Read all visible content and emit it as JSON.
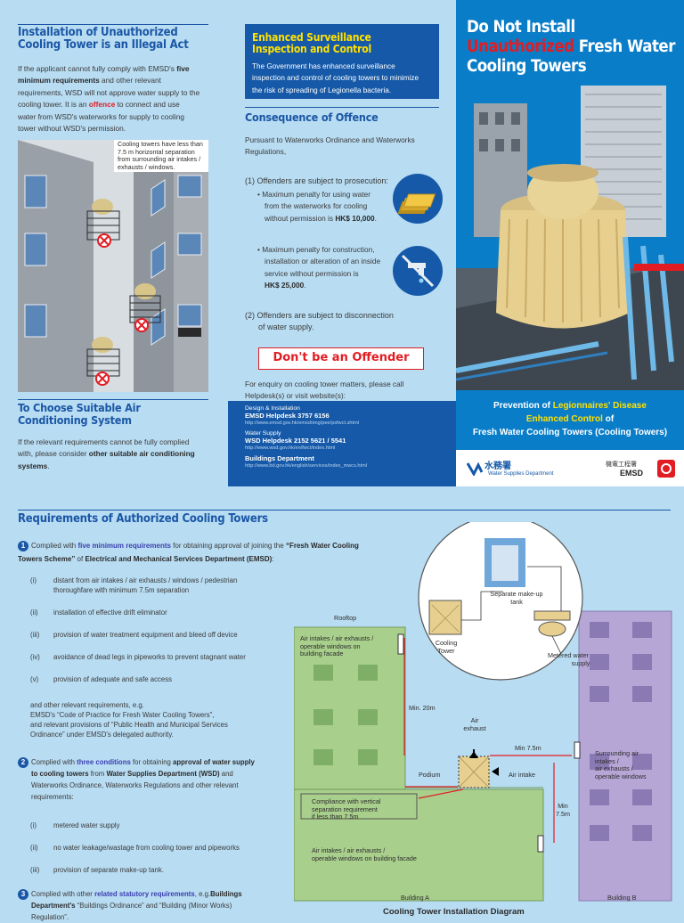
{
  "panel1": {
    "title_line1": "Installation of Unauthorized",
    "title_line2": "Cooling Tower is an Illegal Act",
    "para1_a": "If the applicant cannot fully comply with EMSD's ",
    "para1_b": "five",
    "para1_c": "minimum requirements",
    "para1_d": " and other relevant",
    "para1_e": "requirements, WSD will not approve water supply to the",
    "para1_f": "cooling tower.  It is an ",
    "para1_g": "offence",
    "para1_h": " to connect and use",
    "para1_i": "water from WSD's waterworks for supply to cooling",
    "para1_j": "tower without WSD's permission.",
    "callout1": "Cooling towers have less than",
    "callout2": "7.5 m horizontal separation",
    "callout3": "from surrounding air intakes /",
    "callout4": "exhausts / windows.",
    "sub_title_line1": "To Choose Suitable Air",
    "sub_title_line2": "Conditioning System",
    "para2_a": "If the relevant requirements cannot be fully complied",
    "para2_b": "with, please consider ",
    "para2_c": "other suitable air conditioning",
    "para2_d": "systems",
    "para2_e": "."
  },
  "panel2": {
    "box_title1": "Enhanced Surveillance",
    "box_title2": "Inspection and Control",
    "box_text1": "The Government has enhanced surveillance",
    "box_text2": "inspection and control of cooling towers to minimize",
    "box_text3": "the risk of spreading of Legionella bacteria.",
    "title": "Consequence of Offence",
    "intro1": "Pursuant to Waterworks Ordinance and Waterworks",
    "intro2": "Regulations,",
    "item1": "(1) Offenders are subject to prosecution:",
    "b1_1": "Maximum penalty for using water",
    "b1_2": "from the waterworks for cooling",
    "b1_3a": "without permission is ",
    "b1_3b": "HK$ 10,000",
    "b1_3c": ".",
    "b2_1": "Maximum penalty for construction,",
    "b2_2": "installation or alteration of an inside",
    "b2_3": "service without permission is",
    "b2_4a": "HK$ 25,000",
    "b2_4b": ".",
    "item2a": "(2) Offenders are subject to disconnection",
    "item2b": "of water supply.",
    "slogan": "Don't be an Offender",
    "enquiry1": "For enquiry on cooling tower matters, please call",
    "enquiry2": "Helpdesk(s) or visit website(s):",
    "c1_label": "Design & Installation",
    "c1_name": "EMSD Helpdesk 3757 6156",
    "c1_url": "http://www.emsd.gov.hk/emsd/eng/pee/psfwct.shtml",
    "c2_label": "Water Supply",
    "c2_name": "WSD Helpdesk 2152 5621 / 5541",
    "c2_url": "http://www.wsd.gov.hk/en/fwct/index.html",
    "c3_name": "Buildings Department",
    "c3_url": "http://www.bd.gov.hk/english/services/index_mwcs.html"
  },
  "panel3": {
    "title1": "Do Not Install",
    "title2a": "Unauthorized",
    "title2b": " Fresh Water",
    "title3": "Cooling Towers",
    "band1a": "Prevention of ",
    "band1b": "Legionnaires' Disease",
    "band2a": "Enhanced Control",
    "band2b": " of",
    "band3": "Fresh Water Cooling Towers (Cooling Towers)",
    "wsd_cn": "水務署",
    "wsd_en": "Water Supplies Department",
    "emsd_cn": "機電工程署",
    "emsd_en": "EMSD"
  },
  "req": {
    "title": "Requirements of Authorized Cooling Towers",
    "r1_a": "Complied with ",
    "r1_b": "five minimum requirements",
    "r1_c": " for obtaining approval of joining the ",
    "r1_d": "“Fresh Water Cooling",
    "r1_e": "Towers Scheme”",
    "r1_f": " of ",
    "r1_g": "Electrical and Mechanical Services Department (EMSD)",
    "r1_h": ":",
    "i1a": "distant from air intakes / air exhausts / windows / pedestrian",
    "i1b": "thoroughfare with minimum 7.5m separation",
    "i2": "installation of effective drift eliminator",
    "i3": "provision of water treatment equipment and bleed off device",
    "i4": "avoidance of dead legs in pipeworks to prevent stagnant water",
    "i5": "provision of adequate and safe access",
    "o1": "and other relevant requirements, e.g.",
    "o2": "EMSD's “Code of Practice for Fresh Water Cooling Towers”,",
    "o3": "and relevant provisions of “Public Health and Municipal Services",
    "o4": "Ordinance” under EMSD's delegated authority.",
    "r2_a": "Complied with ",
    "r2_b": "three conditions",
    "r2_c": " for obtaining ",
    "r2_d": "approval of water supply",
    "r2_e": "to cooling towers",
    "r2_f": " from ",
    "r2_g": "Water Supplies Department (WSD)",
    "r2_h": " and",
    "r2_i": "Waterworks Ordinance, Waterworks Regulations and other relevant",
    "r2_j": "requirements:",
    "j1": "metered water supply",
    "j2": "no water leakage/wastage from cooling tower and pipeworks",
    "j3": "provision of separate make-up tank.",
    "r3_a": "Complied with other ",
    "r3_b": "related statutory requirements",
    "r3_c": ", e.g.",
    "r3_d": "Buildings",
    "r3_e": "Department's",
    "r3_f": " “Buildings Ordinance” and “Building (Minor Works)",
    "r3_g": "Regulation”.",
    "roman": [
      "(i)",
      "(ii)",
      "(iii)",
      "(iv)",
      "(v)"
    ]
  },
  "diagram": {
    "tank": "Separate make-up",
    "tank2": "tank",
    "rooftop": "Rooftop",
    "ct1": "Cooling",
    "ct2": "Tower",
    "meter1": "Metered water",
    "meter2": "supply",
    "ai1": "Air intakes / air exhausts /",
    "ai2": "operable windows on",
    "ai3": "building facade",
    "min20": "Min. 20m",
    "exh1": "Air",
    "exh2": "exhaust",
    "min75a": "Min 7.5m",
    "sur1": "Surrounding air",
    "sur2": "intakes /",
    "sur3": "air exhausts /",
    "sur4": "operable windows",
    "podium": "Podium",
    "intake": "Air intake",
    "comp1": "Compliance with vertical",
    "comp2": "separation requirement",
    "comp3": "if less than 7.5m",
    "min75b1": "Min",
    "min75b2": "7.5m",
    "low1": "Air intakes / air exhausts /",
    "low2": "operable windows on building facade",
    "bA": "Building A",
    "bB": "Building B",
    "caption": "Cooling Tower Installation Diagram",
    "counter": "3"
  }
}
